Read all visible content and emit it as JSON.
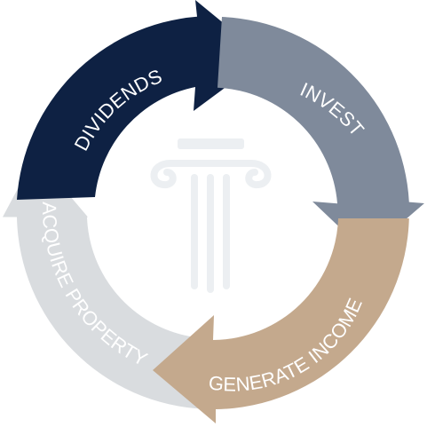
{
  "cycle": {
    "segments": [
      {
        "key": "dividends",
        "label": "DIVIDENDS",
        "color": "#0e2143"
      },
      {
        "key": "invest",
        "label": "INVEST",
        "color": "#7f8a9b"
      },
      {
        "key": "generate_income",
        "label": "GENERATE INCOME",
        "color": "#c4a98d"
      },
      {
        "key": "acquire_property",
        "label": "ACQUIRE PROPERTY",
        "color": "#d9dcdf"
      }
    ],
    "center_icon": "pillar-icon",
    "center_icon_color": "#eceff2",
    "label_color": "#ffffff"
  }
}
